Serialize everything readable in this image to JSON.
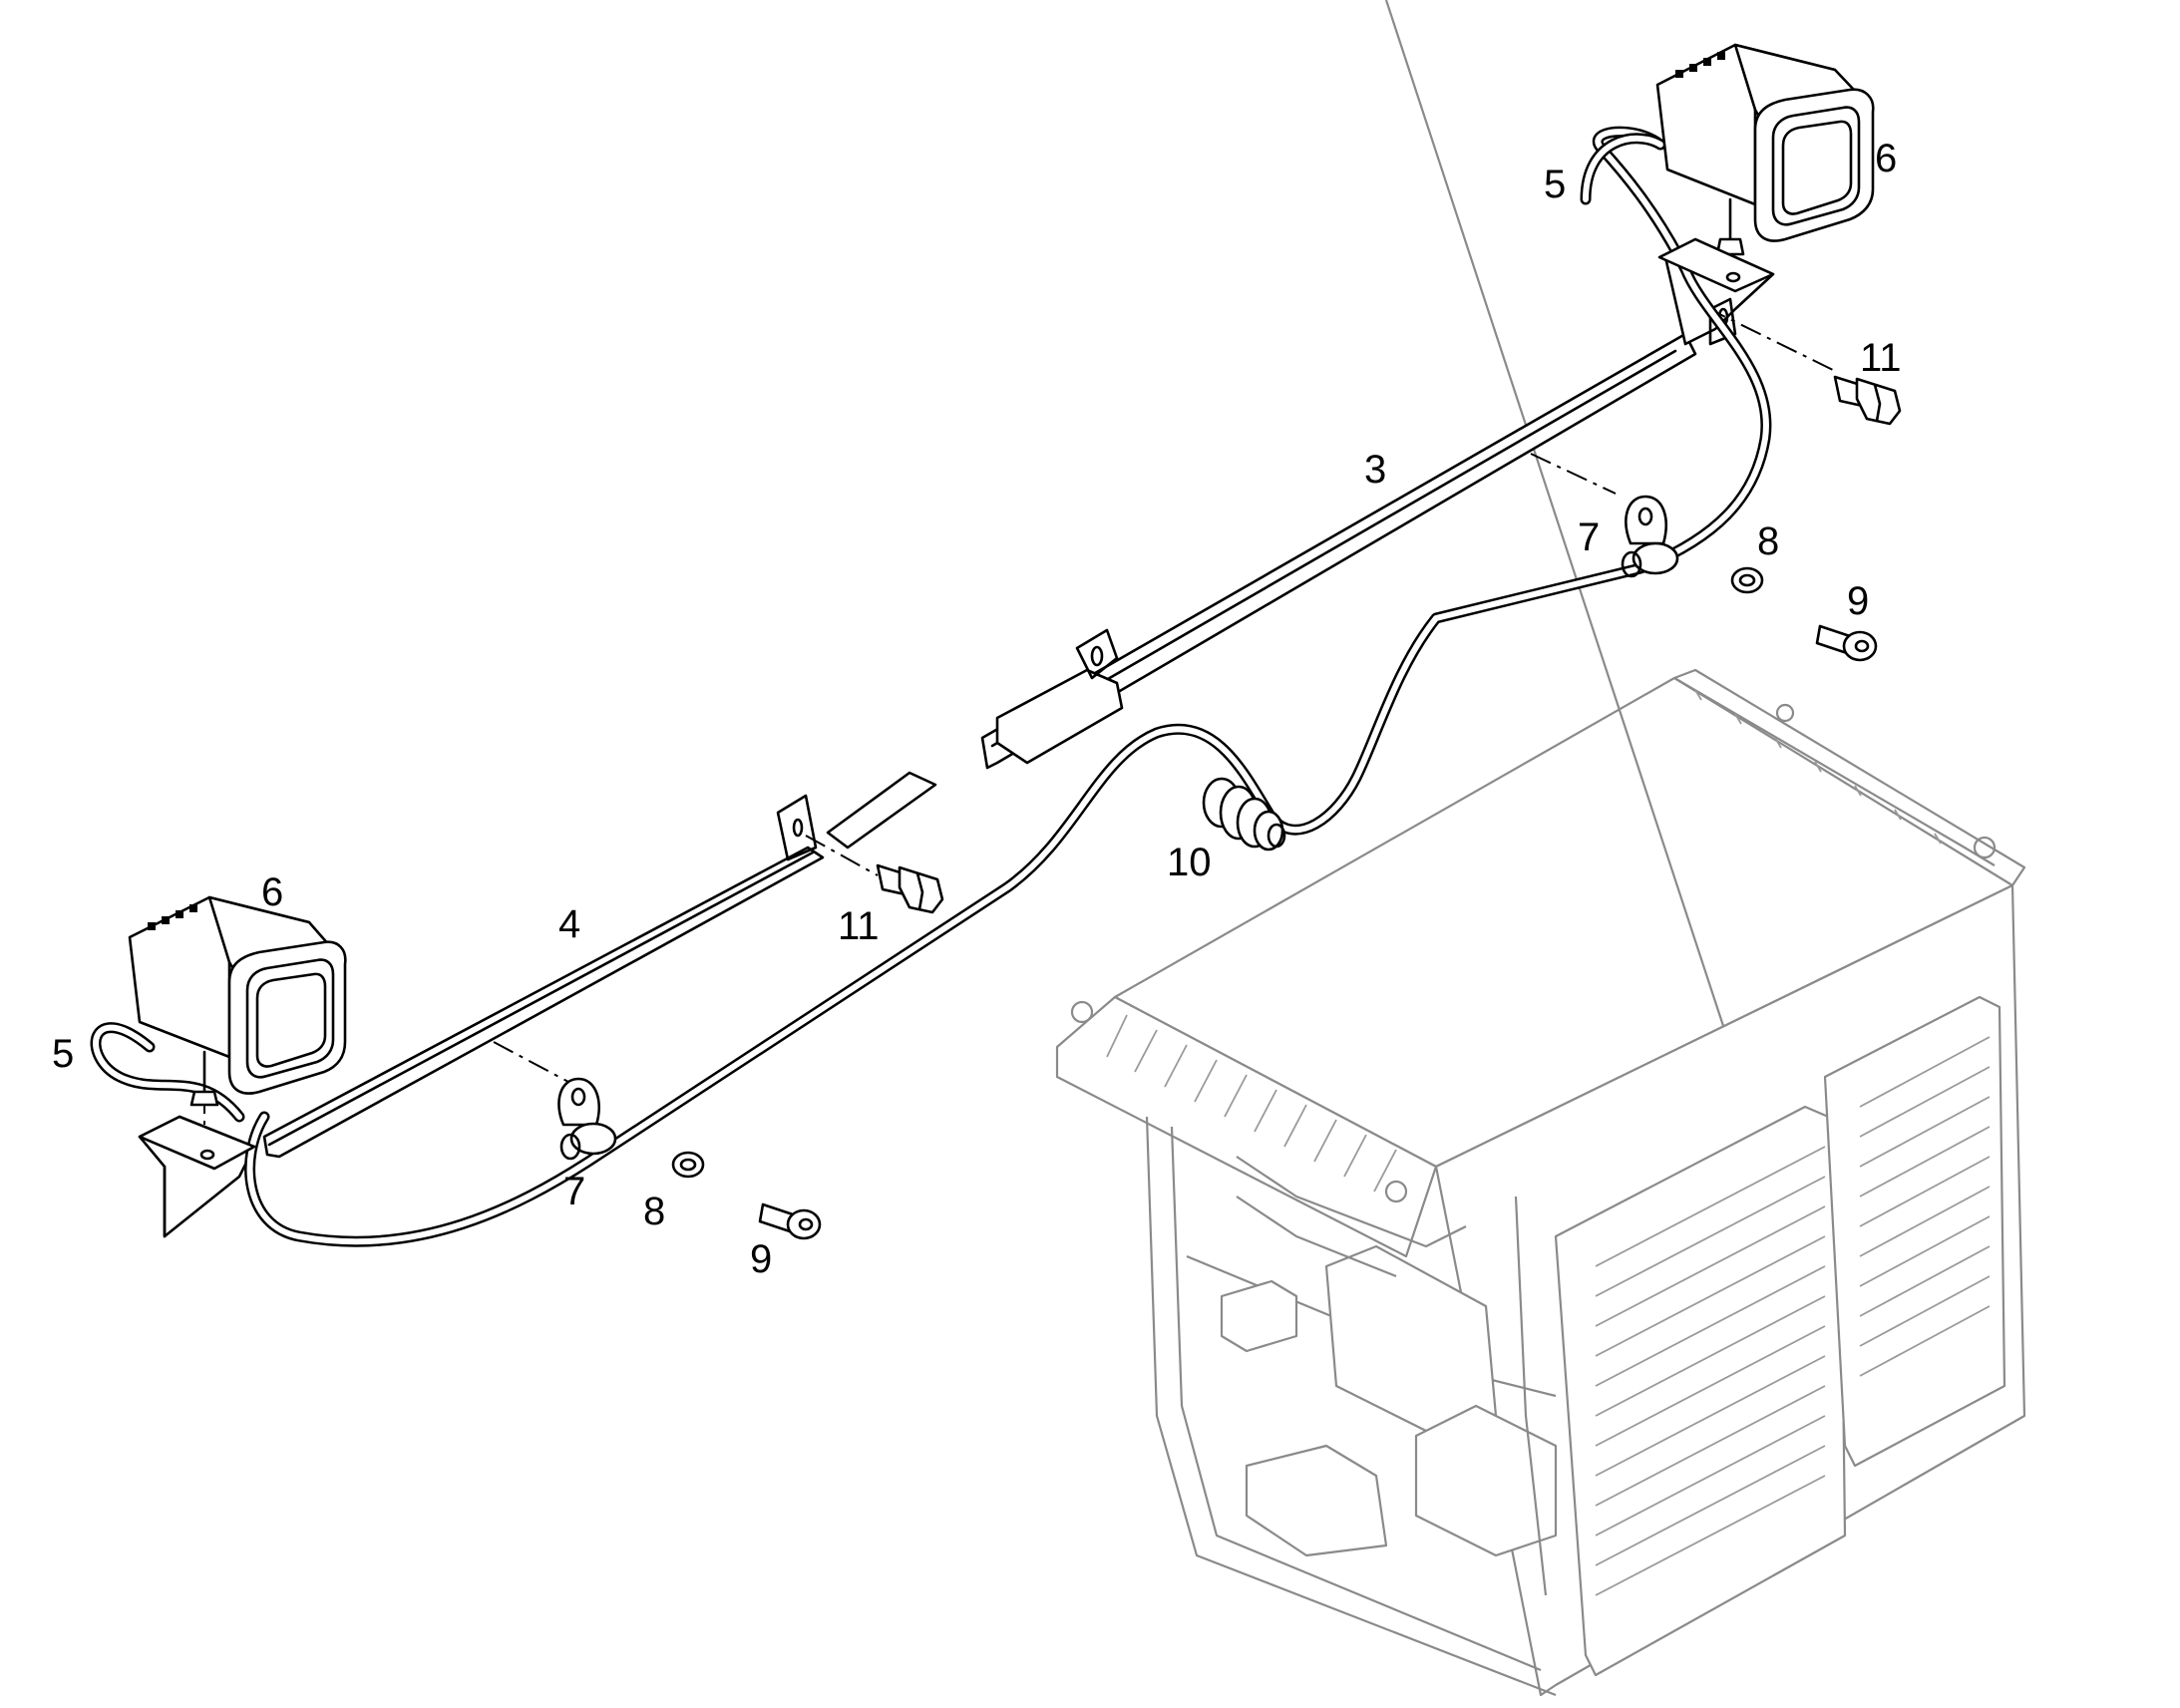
{
  "callouts": {
    "bracket_right": "3",
    "bracket_left": "4",
    "cable_left": "5",
    "cable_right": "5",
    "lamp_left": "6",
    "lamp_right": "6",
    "clamp_left": "7",
    "clamp_right": "7",
    "washer_left": "8",
    "washer_right": "8",
    "screw_left": "9",
    "screw_right": "9",
    "grommet": "10",
    "bolt_left": "11",
    "bolt_right": "11"
  },
  "colors": {
    "ink": "#000000",
    "cab_outline": "#8a8a8a",
    "background": "#ffffff"
  }
}
